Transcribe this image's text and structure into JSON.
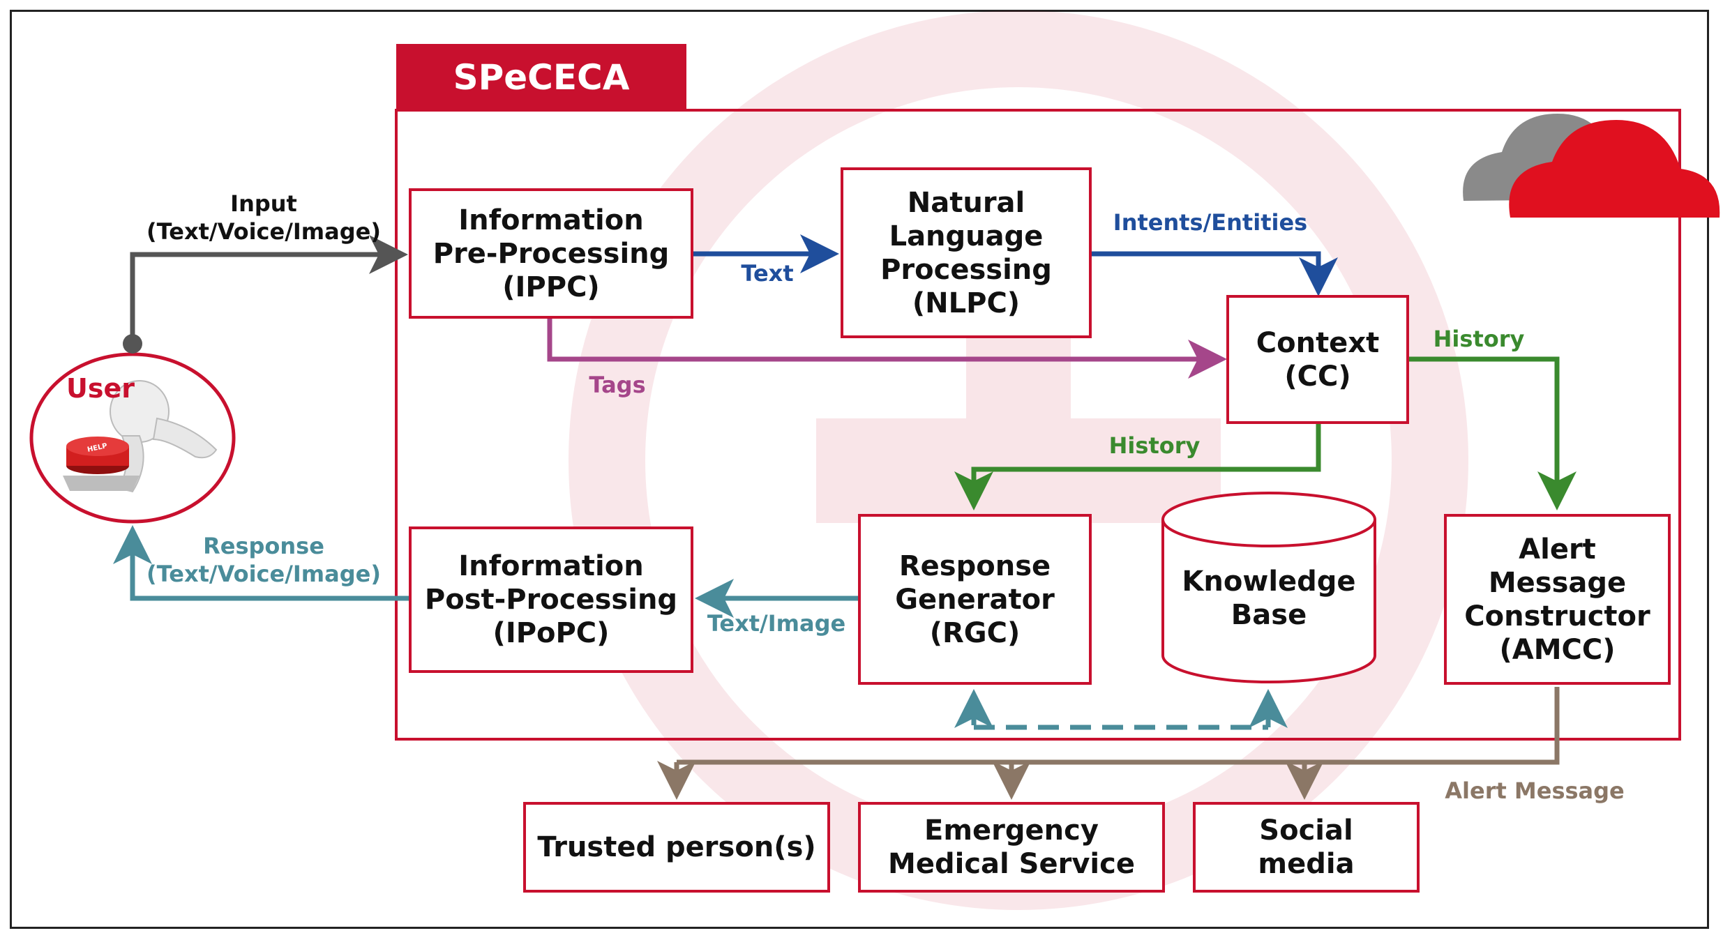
{
  "title": "SPeCECA",
  "user": {
    "label": "User",
    "button_text": "HELP"
  },
  "components": {
    "ippc": "Information\nPre-Processing\n(IPPC)",
    "nlpc": "Natural\nLanguage\nProcessing\n(NLPC)",
    "cc": "Context\n(CC)",
    "ipopc": "Information\nPost-Processing\n(IPoPC)",
    "rgc": "Response\nGenerator\n(RGC)",
    "kb": "Knowledge\nBase",
    "amcc": "Alert\nMessage\nConstructor\n(AMCC)"
  },
  "recipients": {
    "trusted": "Trusted person(s)",
    "ems": "Emergency\nMedical Service",
    "social": "Social\nmedia"
  },
  "flows": {
    "input": "Input\n(Text/Voice/Image)",
    "text": "Text",
    "intents": "Intents/Entities",
    "tags": "Tags",
    "history_right": "History",
    "history_down": "History",
    "response": "Response\n(Text/Voice/Image)",
    "text_image": "Text/Image",
    "alert_message": "Alert Message"
  },
  "colors": {
    "brand_red": "#c8102e",
    "input_gray": "#555555",
    "text_blue": "#1f4e9c",
    "tags_magenta": "#a5468a",
    "history_green": "#3a8a2e",
    "response_teal": "#4a8c9a",
    "alert_brown": "#8b7766",
    "cloud_gray": "#8a8a8a"
  }
}
